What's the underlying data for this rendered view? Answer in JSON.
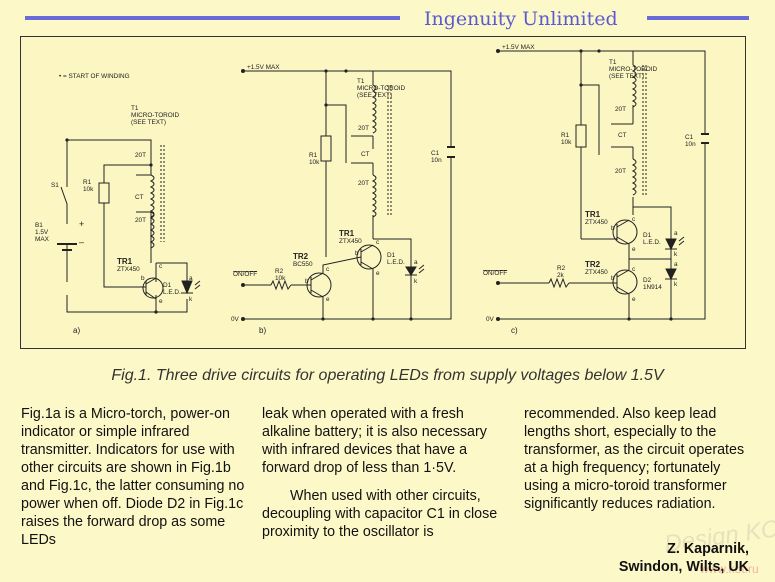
{
  "header": {
    "title": "Ingenuity Unlimited",
    "accent_color": "#5a5ad2"
  },
  "figure": {
    "legend_start": "• = START OF WINDING",
    "panel_a": {
      "label": "a)",
      "t1": "T1",
      "t1_desc1": "MICRO-TOROID",
      "t1_desc2": "(SEE TEXT)",
      "w1": "20T",
      "ct": "CT",
      "w2": "20T",
      "s1": "S1",
      "r1": "R1",
      "r1v": "10k",
      "b1": "B1",
      "b1v": "1.5V",
      "b1m": "MAX",
      "plus": "+",
      "minus": "–",
      "tr1": "TR1",
      "tr1v": "ZTX450",
      "d1": "D1",
      "d1v": "L.E.D.",
      "pin_b": "b",
      "pin_c": "c",
      "pin_e": "e",
      "pin_a": "a",
      "pin_k": "k"
    },
    "panel_b": {
      "label": "b)",
      "supply": "+1.5V MAX",
      "zero": "0V",
      "t1": "T1",
      "t1_desc1": "MICRO-TOROID",
      "t1_desc2": "(SEE TEXT)",
      "w1": "20T",
      "ct": "CT",
      "w2": "20T",
      "r1": "R1",
      "r1v": "10k",
      "r2": "R2",
      "r2v": "10k",
      "c1": "C1",
      "c1v": "10n",
      "tr1": "TR1",
      "tr1v": "ZTX450",
      "tr2": "TR2",
      "tr2v": "BC550",
      "d1": "D1",
      "d1v": "L.E.D.",
      "onoff": "ON/OFF",
      "pin_b": "b",
      "pin_c": "c",
      "pin_e": "e",
      "pin_a": "a",
      "pin_k": "k"
    },
    "panel_c": {
      "label": "c)",
      "supply": "+1.5V MAX",
      "zero": "0V",
      "t1": "T1",
      "t1_desc1": "MICRO-TOROID",
      "t1_desc2": "(SEE TEXT)",
      "w1": "20T",
      "ct": "CT",
      "w2": "20T",
      "r1": "R1",
      "r1v": "10k",
      "r2": "R2",
      "r2v": "2k",
      "c1": "C1",
      "c1v": "10n",
      "tr1": "TR1",
      "tr1v": "ZTX450",
      "tr2": "TR2",
      "tr2v": "ZTX450",
      "d1": "D1",
      "d1v": "L.E.D.",
      "d2": "D2",
      "d2v": "1N914",
      "onoff": "ON/OFF",
      "pin_b": "b",
      "pin_c": "c",
      "pin_e": "e",
      "pin_a": "a",
      "pin_k": "k"
    }
  },
  "caption": "Fig.1. Three drive circuits for operating LEDs from supply voltages below 1.5V",
  "body": {
    "col1": "Fig.1a is a Micro-torch, power-on indicator or simple infrared transmitter. Indicators for use with other circuits are shown in Fig.1b and Fig.1c, the latter consuming no power when off. Diode D2 in Fig.1c raises the forward drop as some LEDs",
    "col2a": "leak when operated with a fresh alkaline battery; it is also necessary with infrared devices that have a forward drop of less than 1·5V.",
    "col2b": "When used with other circuits, decoupling with capacitor C1 in close proximity to the oscillator is",
    "col3": "recommended. Also keep lead lengths short, especially to the transformer, as the circuit operates at a high frequency; fortunately using a micro-toroid transformer significantly reduces radiation."
  },
  "signature": {
    "name": "Z. Kaparnik,",
    "place": "Swindon, Wilts, UK"
  },
  "watermark": {
    "text1": "Design KOT",
    "text2": "www.kot.ru"
  }
}
